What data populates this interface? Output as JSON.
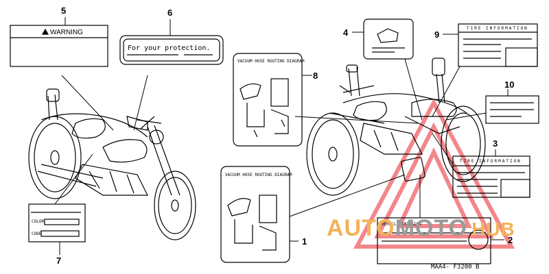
{
  "callouts": [
    "1",
    "2",
    "3",
    "4",
    "5",
    "6",
    "7",
    "8",
    "9",
    "10"
  ],
  "labels": {
    "warning": "WARNING",
    "protection": "For your protection.",
    "vacuum_hose": "VACUUM HOSE ROUTING DIAGRAM",
    "tire_information": "TIRE INFORMATION",
    "vehicle_emission": "VEHICLE EMISSION",
    "color": "COLOR",
    "code": "CODE"
  },
  "part_code": "MAA4- F3200 B",
  "watermark": {
    "text_auto": "AUTO",
    "text_moto": "MOTO",
    "text_hub": "HUB",
    "color_orange": "#f4b25a",
    "color_grey": "#9a9a9a",
    "color_red": "#e8262d"
  }
}
